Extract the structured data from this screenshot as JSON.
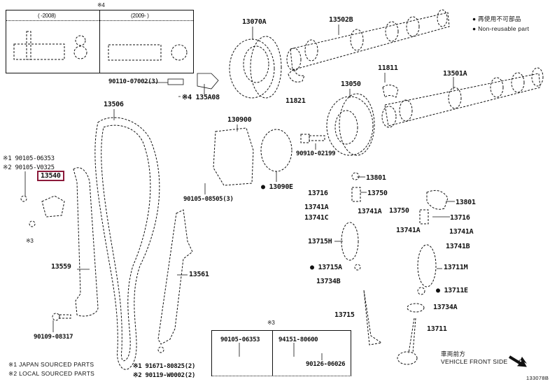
{
  "legend": {
    "jp": "再使用不可部品",
    "en": "Non-reusable part"
  },
  "top_box": {
    "note": "※4",
    "left_header": "(    -2008)",
    "right_header": "(2009-    )"
  },
  "bottom_box": {
    "note": "※3",
    "left_part": "90105-06353",
    "mid_part": "94151-80600",
    "right_part": "90126-06026"
  },
  "parts": {
    "p13070A": "13070A",
    "p13502B": "13502B",
    "p90110": "90110-07002(3)",
    "p135A08": "※4 135A08",
    "p11811": "11811",
    "p13501A": "13501A",
    "p11821": "11821",
    "p13050": "13050",
    "p13506": "13506",
    "p130900": "130900",
    "p90910": "90910-02199",
    "p90105a": "※1 90105-06353",
    "p90105b": "※2 90105-V0325",
    "p13540": "13540",
    "p13090E": "13090E",
    "p13801a": "13801",
    "p13716a": "13716",
    "p13750a": "13750",
    "p90105c": "90105-08505(3)",
    "p13741Aa": "13741A",
    "p13741Ab": "13741A",
    "p13741C": "13741C",
    "p13801b": "13801",
    "p13750b": "13750",
    "p13716b": "13716",
    "pNote3": "※3",
    "p13741Ac": "13741A",
    "p13741Ad": "13741A",
    "p13715H": "13715H",
    "p13741B": "13741B",
    "p13559": "13559",
    "p13561": "13561",
    "p13715A": "13715A",
    "p13711M": "13711M",
    "p13734B": "13734B",
    "p13711E": "13711E",
    "p13734A": "13734A",
    "p13715": "13715",
    "p13711": "13711",
    "p90109": "90109-08317",
    "p91671": "※1 91671-80825(2)",
    "p90119": "※2 90119-W0002(2)"
  },
  "footnotes": {
    "n1": "※1 JAPAN SOURCED PARTS",
    "n2": "※2 LOCAL SOURCED PARTS"
  },
  "direction": {
    "jp": "車両前方",
    "en": "VEHICLE FRONT SIDE"
  },
  "diagram_id": "133078B",
  "colors": {
    "highlight": "#8b1a3a",
    "ink": "#111111"
  }
}
